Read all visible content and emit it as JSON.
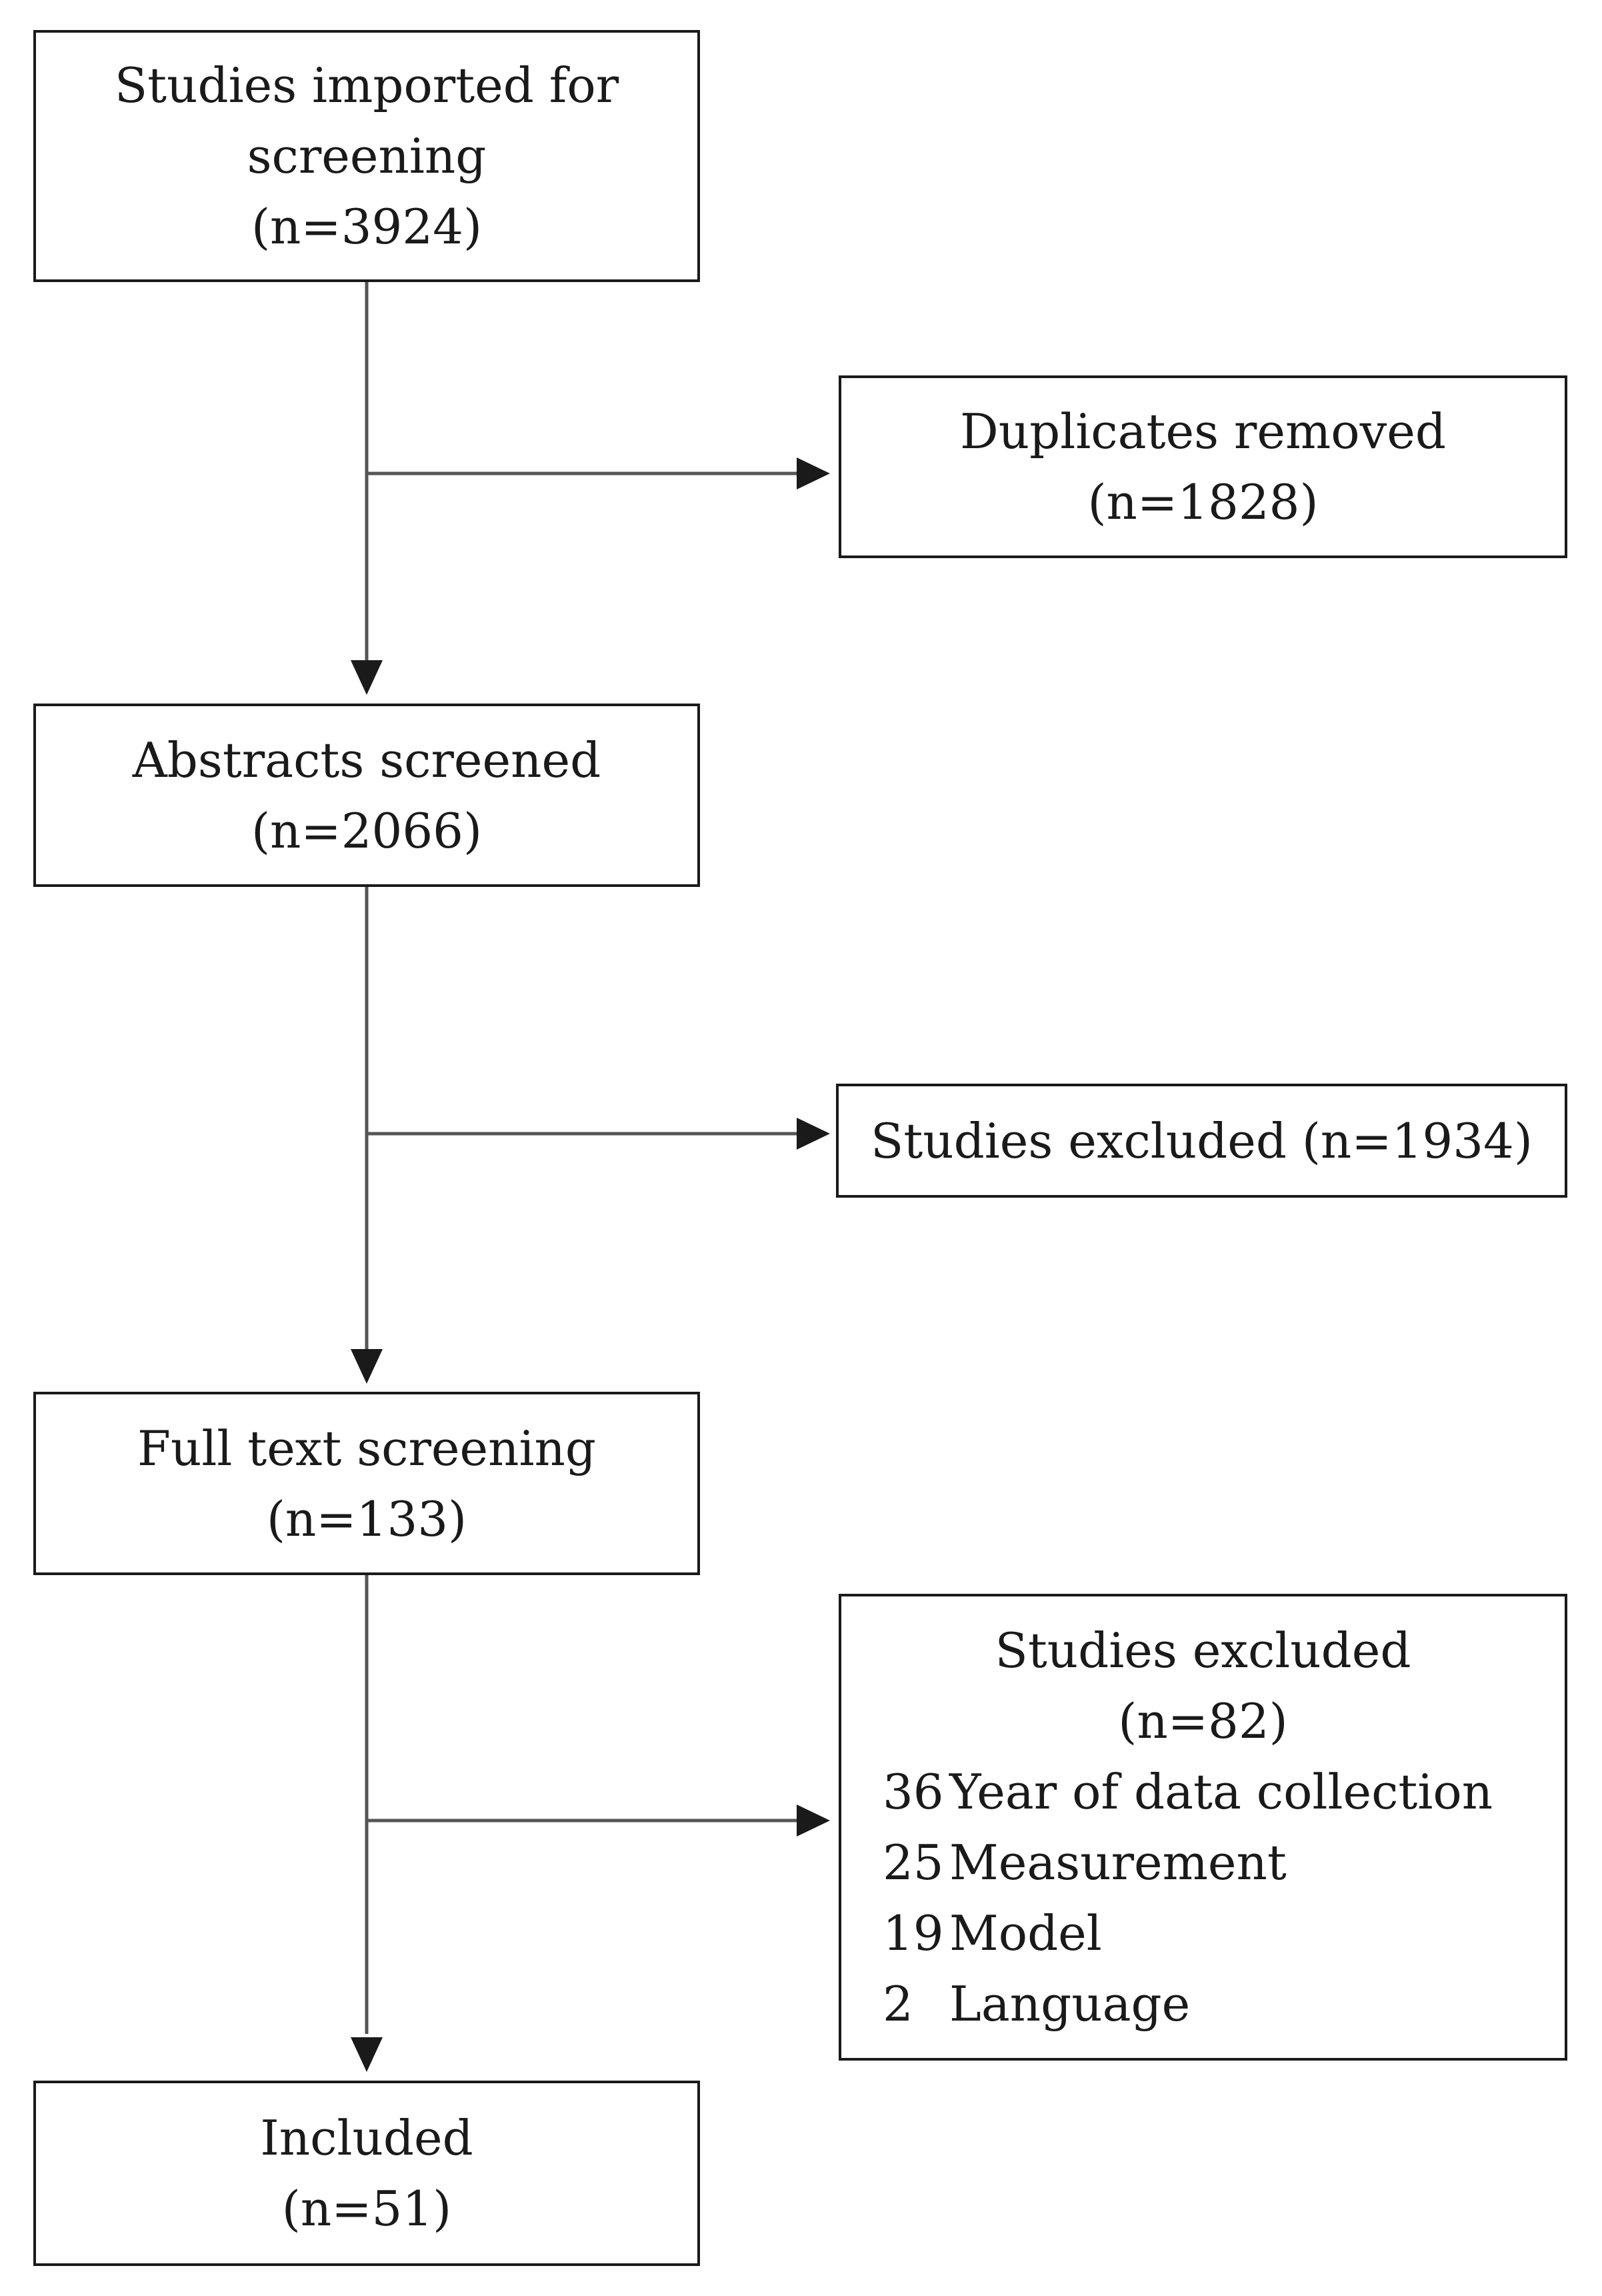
{
  "flowchart": {
    "imported": {
      "title_line1": "Studies imported for",
      "title_line2": "screening",
      "count": "(n=3924)"
    },
    "duplicates": {
      "title": "Duplicates removed",
      "count": "(n=1828)"
    },
    "abstracts": {
      "title": "Abstracts screened",
      "count": "(n=2066)"
    },
    "abstract_exclusions": {
      "title": "Studies excluded (n=1934)"
    },
    "fulltext": {
      "title": "Full text screening",
      "count": "(n=133)"
    },
    "fulltext_exclusions": {
      "title": "Studies excluded",
      "count": "(n=82)",
      "reasons": [
        {
          "count": "36",
          "label": "Year of data collection"
        },
        {
          "count": "25",
          "label": "Measurement"
        },
        {
          "count": "19",
          "label": "Model"
        },
        {
          "count": "2",
          "label": "Language"
        }
      ]
    },
    "included": {
      "title": "Included",
      "count": "(n=51)"
    }
  },
  "colors": {
    "stroke": "#1a1a1a",
    "connector": "#555555",
    "background": "#ffffff"
  }
}
